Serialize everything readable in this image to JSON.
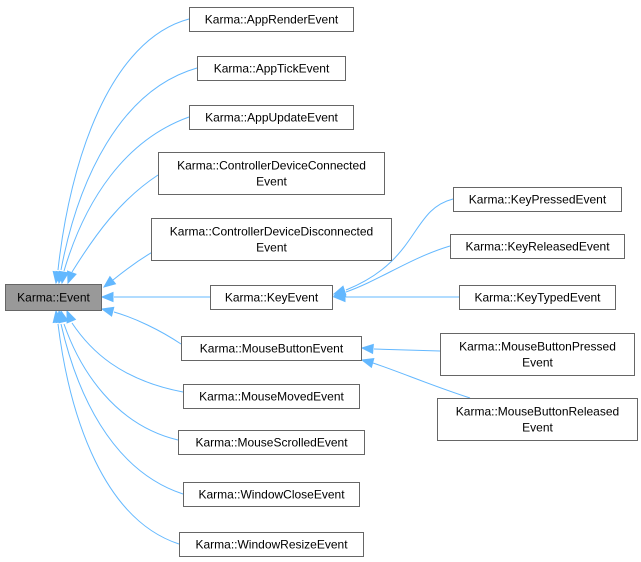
{
  "colors": {
    "edge": "#63b8ff",
    "node_border": "#666666",
    "node_fill": "#ffffff",
    "root_fill": "#999999"
  },
  "diagram": {
    "nodes": [
      {
        "id": "event",
        "lines": [
          "Karma::Event"
        ],
        "root": true
      },
      {
        "id": "app-render",
        "lines": [
          "Karma::AppRenderEvent"
        ]
      },
      {
        "id": "app-tick",
        "lines": [
          "Karma::AppTickEvent"
        ]
      },
      {
        "id": "app-update",
        "lines": [
          "Karma::AppUpdateEvent"
        ]
      },
      {
        "id": "controller-connected",
        "lines": [
          "Karma::ControllerDeviceConnected",
          "Event"
        ]
      },
      {
        "id": "controller-disconnected",
        "lines": [
          "Karma::ControllerDeviceDisconnected",
          "Event"
        ]
      },
      {
        "id": "key",
        "lines": [
          "Karma::KeyEvent"
        ]
      },
      {
        "id": "mouse-button",
        "lines": [
          "Karma::MouseButtonEvent"
        ]
      },
      {
        "id": "mouse-moved",
        "lines": [
          "Karma::MouseMovedEvent"
        ]
      },
      {
        "id": "mouse-scrolled",
        "lines": [
          "Karma::MouseScrolledEvent"
        ]
      },
      {
        "id": "window-close",
        "lines": [
          "Karma::WindowCloseEvent"
        ]
      },
      {
        "id": "window-resize",
        "lines": [
          "Karma::WindowResizeEvent"
        ]
      },
      {
        "id": "key-pressed",
        "lines": [
          "Karma::KeyPressedEvent"
        ]
      },
      {
        "id": "key-released",
        "lines": [
          "Karma::KeyReleasedEvent"
        ]
      },
      {
        "id": "key-typed",
        "lines": [
          "Karma::KeyTypedEvent"
        ]
      },
      {
        "id": "mouse-button-pressed",
        "lines": [
          "Karma::MouseButtonPressed",
          "Event"
        ]
      },
      {
        "id": "mouse-button-released",
        "lines": [
          "Karma::MouseButtonReleased",
          "Event"
        ]
      }
    ],
    "edges": [
      {
        "from": "app-render",
        "to": "event"
      },
      {
        "from": "app-tick",
        "to": "event"
      },
      {
        "from": "app-update",
        "to": "event"
      },
      {
        "from": "controller-connected",
        "to": "event"
      },
      {
        "from": "controller-disconnected",
        "to": "event"
      },
      {
        "from": "key",
        "to": "event"
      },
      {
        "from": "mouse-button",
        "to": "event"
      },
      {
        "from": "mouse-moved",
        "to": "event"
      },
      {
        "from": "mouse-scrolled",
        "to": "event"
      },
      {
        "from": "window-close",
        "to": "event"
      },
      {
        "from": "window-resize",
        "to": "event"
      },
      {
        "from": "key-pressed",
        "to": "key"
      },
      {
        "from": "key-released",
        "to": "key"
      },
      {
        "from": "key-typed",
        "to": "key"
      },
      {
        "from": "mouse-button-pressed",
        "to": "mouse-button"
      },
      {
        "from": "mouse-button-released",
        "to": "mouse-button"
      }
    ]
  }
}
